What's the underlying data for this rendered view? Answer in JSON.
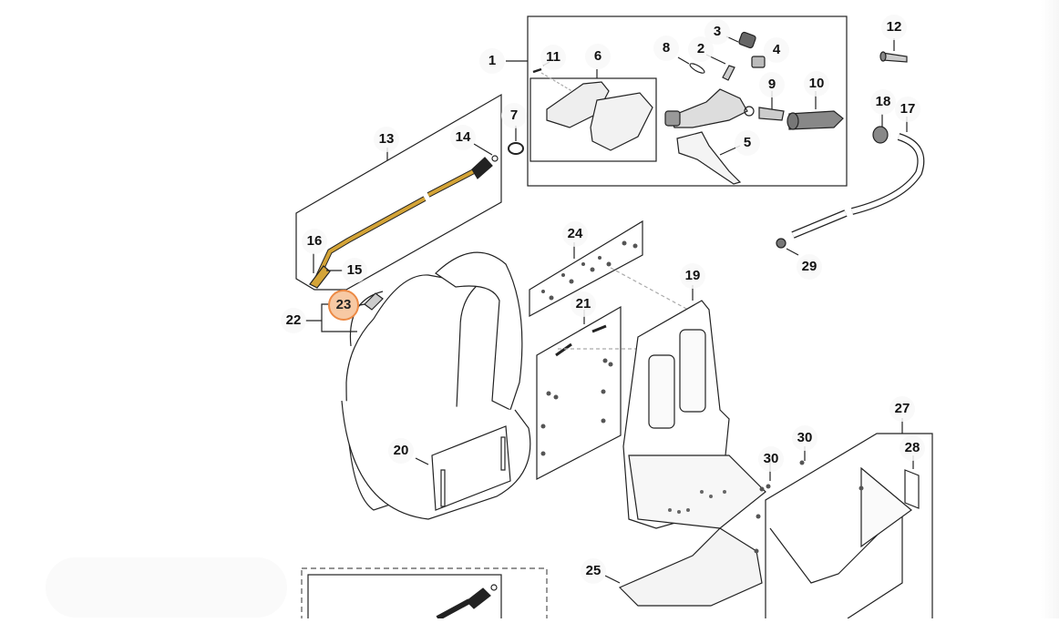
{
  "diagram": {
    "title": "Backpack sprayer exploded parts view",
    "highlight_color": "#ec8a45",
    "highlight_fill": "#f7c9a4",
    "selected_callout": "23",
    "callouts": [
      {
        "id": "1",
        "label": "1"
      },
      {
        "id": "2",
        "label": "2"
      },
      {
        "id": "3",
        "label": "3"
      },
      {
        "id": "4",
        "label": "4"
      },
      {
        "id": "5",
        "label": "5"
      },
      {
        "id": "6",
        "label": "6"
      },
      {
        "id": "7",
        "label": "7"
      },
      {
        "id": "8",
        "label": "8"
      },
      {
        "id": "9",
        "label": "9"
      },
      {
        "id": "10",
        "label": "10"
      },
      {
        "id": "11",
        "label": "11"
      },
      {
        "id": "12",
        "label": "12"
      },
      {
        "id": "13",
        "label": "13"
      },
      {
        "id": "14",
        "label": "14"
      },
      {
        "id": "15",
        "label": "15"
      },
      {
        "id": "16",
        "label": "16"
      },
      {
        "id": "17",
        "label": "17"
      },
      {
        "id": "18",
        "label": "18"
      },
      {
        "id": "19",
        "label": "19"
      },
      {
        "id": "20",
        "label": "20"
      },
      {
        "id": "21",
        "label": "21"
      },
      {
        "id": "22",
        "label": "22"
      },
      {
        "id": "23",
        "label": "23"
      },
      {
        "id": "24",
        "label": "24"
      },
      {
        "id": "25",
        "label": "25"
      },
      {
        "id": "27",
        "label": "27"
      },
      {
        "id": "28",
        "label": "28"
      },
      {
        "id": "29",
        "label": "29"
      },
      {
        "id": "30a",
        "label": "30"
      },
      {
        "id": "30b",
        "label": "30"
      }
    ]
  }
}
